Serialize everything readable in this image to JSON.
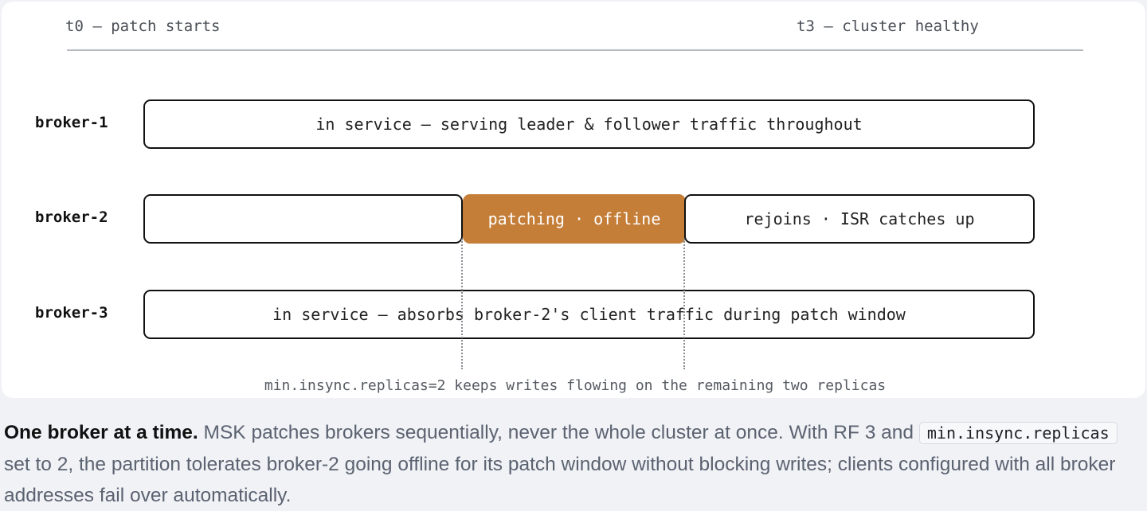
{
  "timeline": {
    "start_label": "t0 — patch starts",
    "end_label": "t3 — cluster healthy"
  },
  "brokers": [
    {
      "name": "broker-1",
      "segments": [
        {
          "label": "in service — serving leader & follower traffic throughout",
          "state": "in-service"
        }
      ]
    },
    {
      "name": "broker-2",
      "segments": [
        {
          "label": "",
          "state": "in-service"
        },
        {
          "label": "patching · offline",
          "state": "patching"
        },
        {
          "label": "rejoins · ISR catches up",
          "state": "rejoin"
        }
      ]
    },
    {
      "name": "broker-3",
      "segments": [
        {
          "label": "in service — absorbs broker-2's client traffic during patch window",
          "state": "in-service"
        }
      ]
    }
  ],
  "footnote": "min.insync.replicas=2 keeps writes flowing on the remaining two replicas",
  "caption": {
    "lead": "One broker at a time.",
    "text_1": " MSK patches brokers sequentially, never the whole cluster at once. With RF 3 and ",
    "code": "min.insync.replicas",
    "text_2": " set to 2, the partition tolerates broker-2 going offline for its patch window without blocking writes; clients configured with all broker addresses fail over automatically."
  },
  "colors": {
    "patching": "#c47e38",
    "segment_border": "#111111",
    "background": "#f0f2f6",
    "card": "#ffffff"
  }
}
